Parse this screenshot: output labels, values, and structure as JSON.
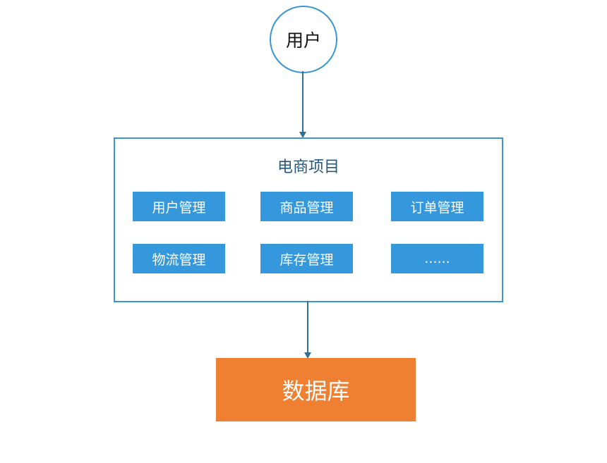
{
  "user": {
    "label": "用户"
  },
  "project": {
    "title": "电商项目",
    "modules": [
      {
        "label": "用户管理"
      },
      {
        "label": "商品管理"
      },
      {
        "label": "订单管理"
      },
      {
        "label": "物流管理"
      },
      {
        "label": "库存管理"
      },
      {
        "label": "......"
      }
    ]
  },
  "database": {
    "label": "数据库"
  },
  "colors": {
    "node_border": "#3a95d2",
    "module_fill": "#3598dc",
    "database_fill": "#ef7f31",
    "arrow": "#2f6f98",
    "title_text": "#24577c"
  }
}
